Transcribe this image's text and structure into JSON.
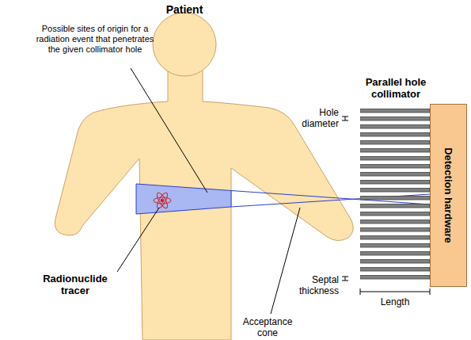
{
  "diagram": {
    "nodes": [
      {
        "text": [
          "Detection hardware"
        ]
      }
    ],
    "labels": [
      "Patient",
      "Parallel hole collimator",
      "Possible sites of origin for a radiation event that penetrates the given collimator hole",
      "Hole diameter",
      "Radionuclide tracer",
      "Septal thickness",
      "Length",
      "Acceptance cone"
    ]
  }
}
